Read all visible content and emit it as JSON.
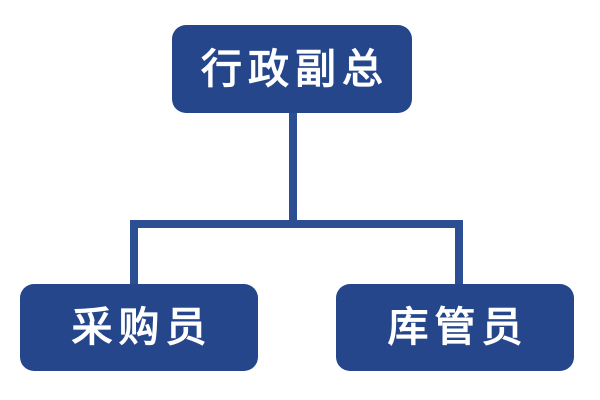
{
  "diagram": {
    "type": "org-chart",
    "title": "",
    "background_color": "#ffffff",
    "node_color": "#25468a",
    "connector_color": "#2c4f93",
    "text_color": "#ffffff",
    "nodes": [
      {
        "id": "root",
        "label": "行政副总",
        "level": 0
      },
      {
        "id": "child1",
        "label": "采购员",
        "level": 1
      },
      {
        "id": "child2",
        "label": "库管员",
        "level": 1
      }
    ],
    "edges": [
      {
        "from": "root",
        "to": "child1"
      },
      {
        "from": "root",
        "to": "child2"
      }
    ]
  }
}
